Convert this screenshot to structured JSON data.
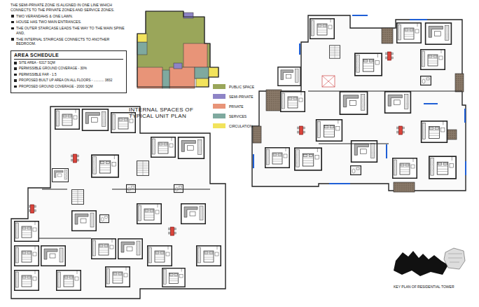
{
  "diagram": {
    "nodes": [
      {
        "text": [
          "AREA SCHEDULE",
          "SITE AREA - 6317 SQM",
          "PERMISSIBLE GROUND COVERAGE - 30%",
          "PERMISSIBLE FAR - 1.5",
          "PROPOSED BUILT UP AREA ON ALL FLOORS - ........... 3832",
          "PROPOSED GROUND COVERAGE - 2000 SQM"
        ]
      }
    ],
    "labels": [
      "THE SEMI-PRIVATE ZONE IS ALIGNED IN ONE LINE WHICH CONNECTS TO THE PRIVATE ZONES AND SERVICE ZONES.",
      "TWO VERANDAHS & ONE LAWN.",
      "HOUSE HAS TWO MAIN ENTRANCES.",
      "THE OUTER STAIRCASE LEADS THE WAY TO THE MAIN SPINE AND,",
      "THE INTERNAL STAIRCASE CONNECTS TO ANOTHER BEDROOM.",
      "INTERNAL SPACES OF TYPICAL UNIT PLAN",
      "KEY PLAN OF RESIDENTIAL TOWER"
    ],
    "legend": [
      {
        "text": "PUBLIC SPACE",
        "color": "#9aa65a"
      },
      {
        "text": "SEMI-PRIVATE",
        "color": "#8e84c6"
      },
      {
        "text": "PRIVATE",
        "color": "#e89478"
      },
      {
        "text": "SERVICES",
        "color": "#7fa99f"
      },
      {
        "text": "CIRCULATION",
        "color": "#f2e35c"
      }
    ]
  }
}
